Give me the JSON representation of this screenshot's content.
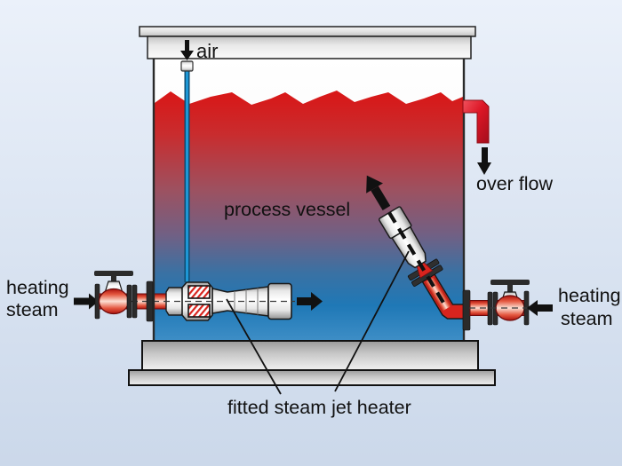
{
  "diagram": {
    "labels": {
      "air": "air",
      "process_vessel": "process vessel",
      "over_flow": "over flow",
      "heating_steam_left_line1": "heating",
      "heating_steam_left_line2": "steam",
      "heating_steam_right_line1": "heating",
      "heating_steam_right_line2": "steam",
      "fitted_heater": "fitted steam jet heater"
    },
    "colors": {
      "background_top": "#ebf1fa",
      "background_bottom": "#cbd8ea",
      "hot_liquid_red": "#da1515",
      "cold_liquid_blue": "#3e8ec6",
      "steam_pipe_red": "#d8241e",
      "overflow_red": "#dc1626",
      "air_line_blue": "#1e97d5",
      "metal_light": "#ececec",
      "metal_dark": "#9a9a9a",
      "ink": "#111111"
    }
  }
}
